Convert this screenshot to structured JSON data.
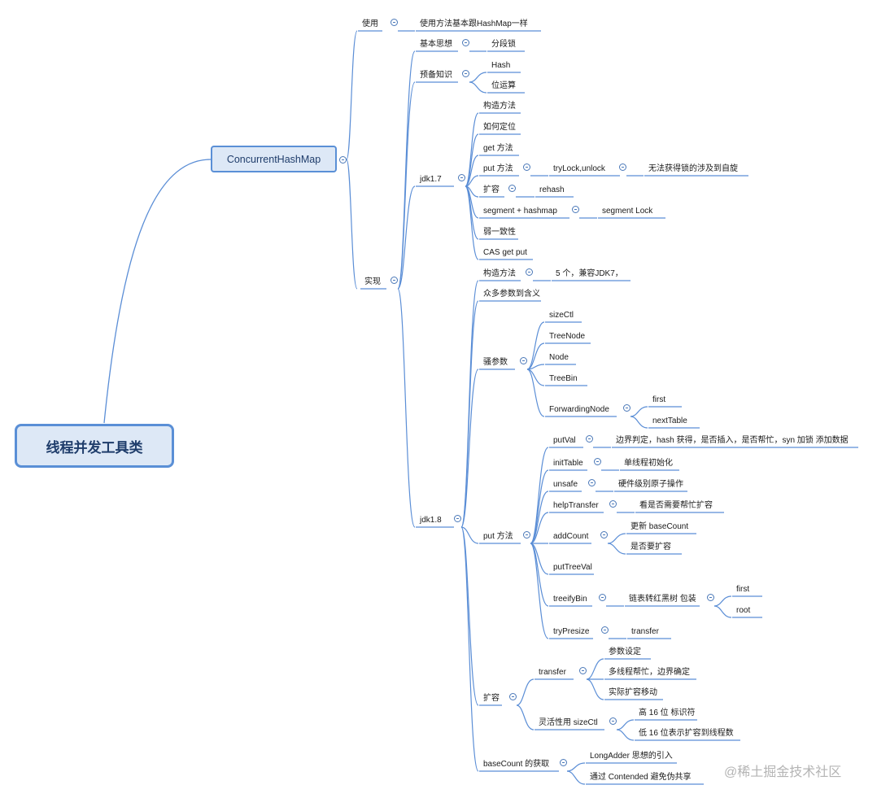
{
  "central": {
    "label": "线程并发工具类"
  },
  "main": {
    "label": "ConcurrentHashMap"
  },
  "watermark": "@稀土掘金技术社区",
  "nodes": {
    "usage": "使用",
    "usage_desc": "使用方法基本跟HashMap一样",
    "impl": "实现",
    "basic_idea": "基本思想",
    "seg_lock": "分段锁",
    "prereq": "预备知识",
    "hash": "Hash",
    "bitop": "位运算",
    "jdk17": "jdk1.7",
    "j7_ctor": "构造方法",
    "j7_locate": "如何定位",
    "j7_get": "get 方法",
    "j7_put": "put 方法",
    "j7_trylock": "tryLock,unlock",
    "j7_spin": "无法获得锁的涉及到自旋",
    "j7_resize": "扩容",
    "j7_rehash": "rehash",
    "j7_seghash": "segment + hashmap",
    "j7_seglock": "segment Lock",
    "j7_weak": "弱一致性",
    "j7_cas": "CAS  get put",
    "jdk18": "jdk1.8",
    "j8_ctor": "构造方法",
    "j8_ctor_desc": "5 个，兼容JDK7，",
    "j8_params": "众多参数到含义",
    "j8_sao": "骚参数",
    "sizectl": "sizeCtl",
    "treenode": "TreeNode",
    "node": "Node",
    "treebin": "TreeBin",
    "fwdnode": "ForwardingNode",
    "first1": "first",
    "nexttable": "nextTable",
    "j8_put": "put 方法",
    "putval": "putVal",
    "putval_desc": "边界判定，hash 获得，是否插入，是否帮忙，syn 加锁 添加数据",
    "inittable": "initTable",
    "inittable_desc": "单线程初始化",
    "unsafe": "unsafe",
    "unsafe_desc": "硬件级别原子操作",
    "helptransfer": "helpTransfer",
    "helptransfer_desc": "看是否需要帮忙扩容",
    "addcount": "addCount",
    "update_basecount": "更新 baseCount",
    "need_resize": "是否要扩容",
    "puttreeval": "putTreeVal",
    "treeifybin": "treeifyBin",
    "treeify_desc": "链表转红黑树 包装",
    "first2": "first",
    "root": "root",
    "trypresize": "tryPresize",
    "transfer_leaf": "transfer",
    "j8_resize": "扩容",
    "transfer": "transfer",
    "param_set": "参数设定",
    "multi_help": "多线程帮忙，边界确定",
    "actual_move": "实际扩容移动",
    "flex_sizectl": "灵活性用 sizeCtl",
    "high16": "高 16 位 标识符",
    "low16": "低 16 位表示扩容到线程数",
    "basecount_get": "baseCount 的获取",
    "longadder": "LongAdder 思想的引入",
    "contended": "通过 Contended 避免伪共享"
  }
}
